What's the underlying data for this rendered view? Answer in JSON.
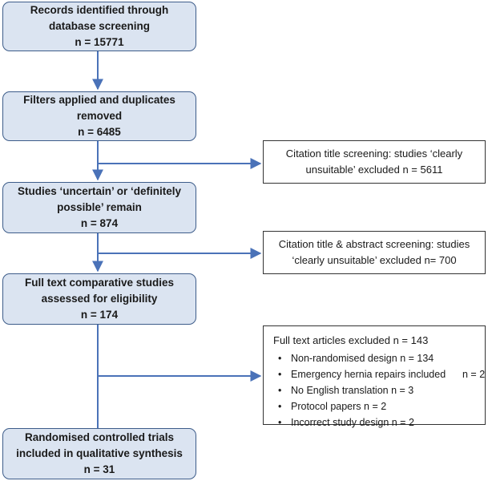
{
  "main_boxes": [
    {
      "lines": [
        "Records identified through",
        "database screening",
        "n = 15771"
      ]
    },
    {
      "lines": [
        "Filters applied and duplicates",
        "removed",
        "n = 6485"
      ]
    },
    {
      "lines": [
        "Studies ‘uncertain’ or ‘definitely",
        "possible’ remain",
        "n = 874"
      ]
    },
    {
      "lines": [
        "Full text comparative studies",
        "assessed for eligibility",
        "n = 174"
      ]
    },
    {
      "lines": [
        "Randomised controlled trials",
        "included in qualitative synthesis",
        "n =  31"
      ]
    }
  ],
  "exclusions": [
    {
      "lines": [
        "Citation title screening: studies ‘clearly",
        "unsuitable’ excluded n = 5611"
      ]
    },
    {
      "lines": [
        "Citation title & abstract screening: studies",
        "‘clearly unsuitable’ excluded n= 700"
      ]
    }
  ],
  "fulltext_exclusion": {
    "title": "Full text articles excluded n = 143",
    "items": [
      "Non-randomised design n = 134",
      "Emergency hernia repairs included      n = 2",
      "No English translation n = 3",
      "Protocol papers n = 2",
      "Incorrect study design n = 2"
    ]
  },
  "colors": {
    "box_fill": "#dbe4f1",
    "box_border": "#3e5d8a",
    "arrow": "#4a72b8"
  }
}
